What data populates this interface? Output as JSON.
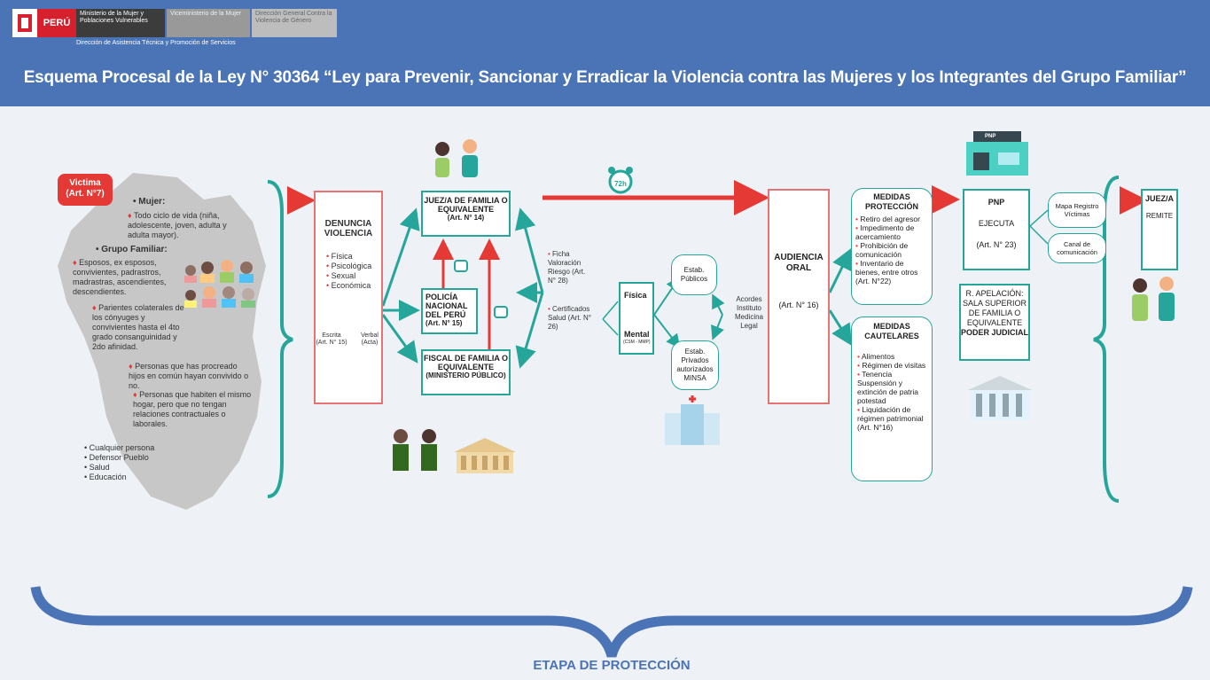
{
  "header": {
    "logo_country": "PERÚ",
    "logo_ministry": "Ministerio de la Mujer y Poblaciones Vulnerables",
    "logo_vice": "Viceministerio de la Mujer",
    "logo_directorate": "Dirección General Contra la Violencia de Género",
    "logo_sub": "Dirección de Asistencia Técnica y Promoción de Servicios",
    "title": "Esquema Procesal de la  Ley N° 30364 “Ley para Prevenir, Sancionar y Erradicar la Violencia contra las Mujeres y los Integrantes del Grupo Familiar”"
  },
  "victim": {
    "badge_line1": "Victima",
    "badge_line2": "(Art. N°7)",
    "mujer_title": "Mujer:",
    "mujer_text": "Todo ciclo de vida (niña, adolescente, joven, adulta y adulta mayor).",
    "grupo_title": "Grupo Familiar:",
    "grupo_items": [
      "Esposos, ex esposos, convivientes, padrastros, madrastras, ascendientes, descendientes.",
      "Parientes colaterales de los cónyuges y convivientes hasta el 4to grado consanguinidad y 2do afinidad.",
      "Personas que has procreado hijos en común hayan convivido o no.",
      "Personas que habiten el mismo hogar, pero que no tengan relaciones contractuales o laborales."
    ],
    "reporters": [
      "Cualquier persona",
      "Defensor Pueblo",
      "Salud",
      "Educación"
    ]
  },
  "denuncia": {
    "title": "DENUNCIA VIOLENCIA",
    "types": [
      "Física",
      "Psicológica",
      "Sexual",
      "Económica"
    ],
    "escrita": "Escrita (Art. N° 15)",
    "verbal": "Verbal (Acta)"
  },
  "juez": {
    "title": "JUEZ/A DE FAMILIA O EQUIVALENTE",
    "art": "(Art. N° 14)"
  },
  "policia": {
    "title": "POLICÍA NACIONAL DEL PERÚ",
    "art": "(Art. N° 15)"
  },
  "fiscal": {
    "title": "FISCAL DE FAMILIA O EQUIVALENTE",
    "sub": "(MINISTERIO PÚBLICO)"
  },
  "timer": "72h",
  "evidence": {
    "ficha": "Ficha Valoración Riesgo (Art. N° 28)",
    "certificados": "Certificados Salud (Art. N° 26)",
    "fisica": "Física",
    "mental": "Mental",
    "mental_sub": "(CSM - MMP)",
    "estab_publicos": "Estab. Públicos",
    "estab_privados": "Estab. Privados autorizados MINSA",
    "acordes": "Acordes Instituto Medicina Legal"
  },
  "audiencia": {
    "title": "AUDIENCIA ORAL",
    "art": "(Art. N° 16)"
  },
  "proteccion": {
    "title": "MEDIDAS PROTECCIÓN",
    "items": [
      "Retiro del agresor",
      "Impedimento de acercamiento",
      "Prohibición de comunicación",
      "Inventario de bienes, entre otros (Art. N°22)"
    ]
  },
  "cautelares": {
    "title": "MEDIDAS CAUTELARES",
    "items": [
      "Alimentos",
      "Régimen de visitas",
      "Tenencia Suspensión y extinción de patria potestad",
      "Liquidación de régimen patrimonial (Art. N°16)"
    ]
  },
  "pnp": {
    "building": "PNP",
    "title": "PNP",
    "ejecuta": "EJECUTA",
    "art": "(Art. N° 23)"
  },
  "mapa": "Mapa Registro Víctimas",
  "canal": "Canal de comunicación",
  "apelacion": {
    "line1": "R. APELACIÓN:",
    "line2": "SALA SUPERIOR DE FAMILIA O EQUIVALENTE",
    "line3": "PODER JUDICIAL"
  },
  "remite": {
    "title": "JUEZ/A",
    "text": "REMITE"
  },
  "footer": "ETAPA DE PROTECCIÓN",
  "colors": {
    "header_blue": "#4a74b6",
    "teal": "#26a69a",
    "red": "#e53935",
    "brace_blue": "#4a74b6"
  }
}
